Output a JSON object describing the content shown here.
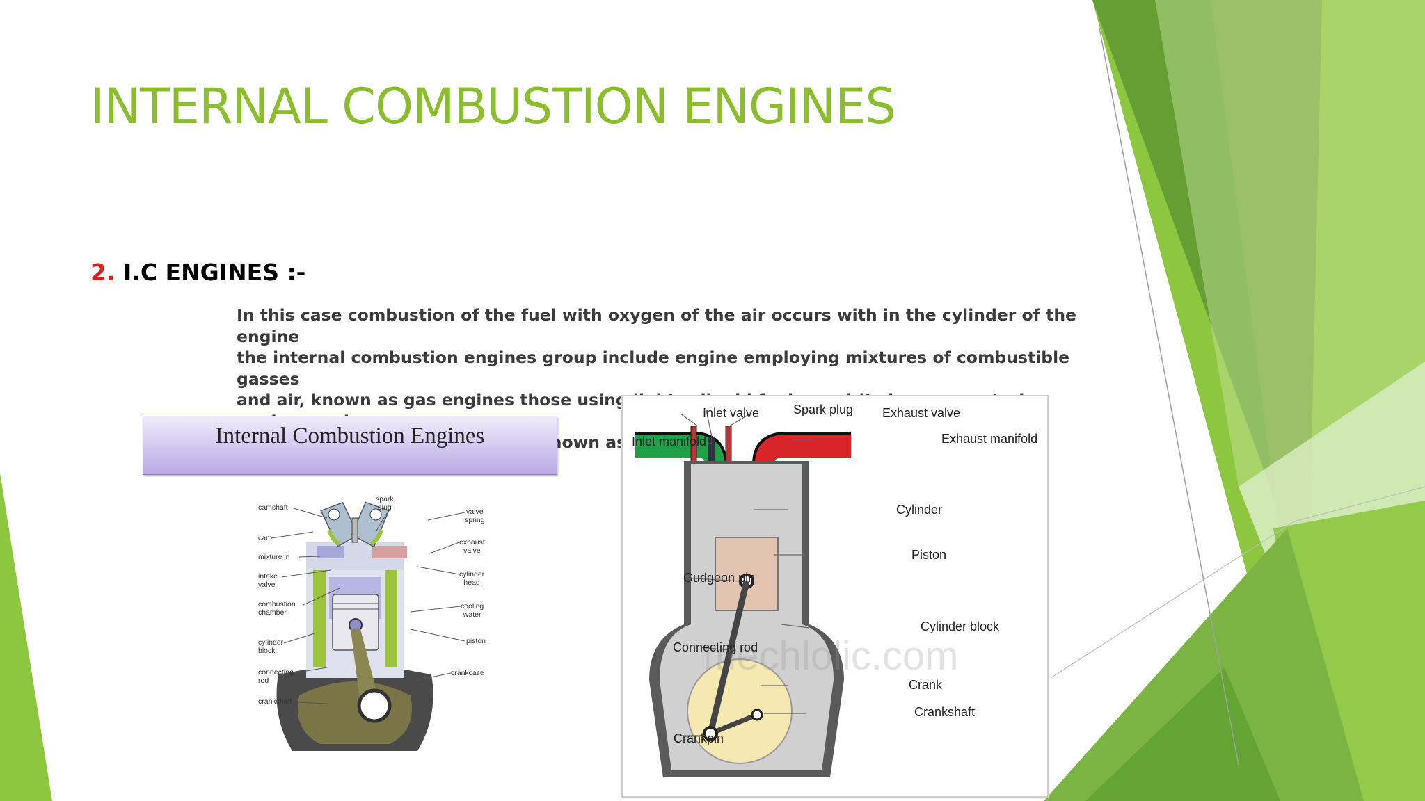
{
  "slide": {
    "title": "INTERNAL COMBUSTION ENGINES",
    "heading_number": "2.",
    "heading_text": "I.C ENGINES :-",
    "paragraph": "  In this case combustion of the fuel with oxygen of the air occurs with in the cylinder of the engine\nthe internal combustion engines group include engine employing mixtures of combustible gasses\nand air, known as gas engines those using lighter liquid fuel or spirits know as petrol engines and\nthose using heavier liquid fuels, known as oil compression ignition  or diesel engines",
    "accent_color": "#8cbd2f",
    "heading_number_color": "#e01c1c"
  },
  "left_figure": {
    "banner": "Internal Combustion Engines",
    "labels_left": {
      "camshaft": "camshaft",
      "cam": "cam",
      "mixture_in": "mixture in",
      "intake_valve": "intake\nvalve",
      "combustion_chamber": "combustion\nchamber",
      "cylinder_block": "cylinder\nblock",
      "connecting_rod": "connecting\nrod",
      "crankshaft": "crankshaft"
    },
    "labels_right": {
      "spark_plug": "spark\nplug",
      "valve_spring": "valve\nspring",
      "exhaust_valve": "exhaust\nvalve",
      "cylinder_head": "cylinder\nhead",
      "cooling_water": "cooling\nwater",
      "piston": "piston",
      "crankcase": "crankcase"
    }
  },
  "right_figure": {
    "labels": {
      "inlet_valve": "Inlet valve",
      "spark_plug": "Spark plug",
      "exhaust_valve": "Exhaust valve",
      "inlet_manifold": "Inlet manifold",
      "exhaust_manifold": "Exhaust manifold",
      "cylinder": "Cylinder",
      "piston": "Piston",
      "gudgeon_pin": "Gudgeon pin",
      "cylinder_block": "Cylinder block",
      "connecting_rod": "Connecting rod",
      "crank": "Crank",
      "crankshaft": "Crankshaft",
      "crankpin": "Crankpin"
    },
    "watermark": "mechlolic.com"
  }
}
